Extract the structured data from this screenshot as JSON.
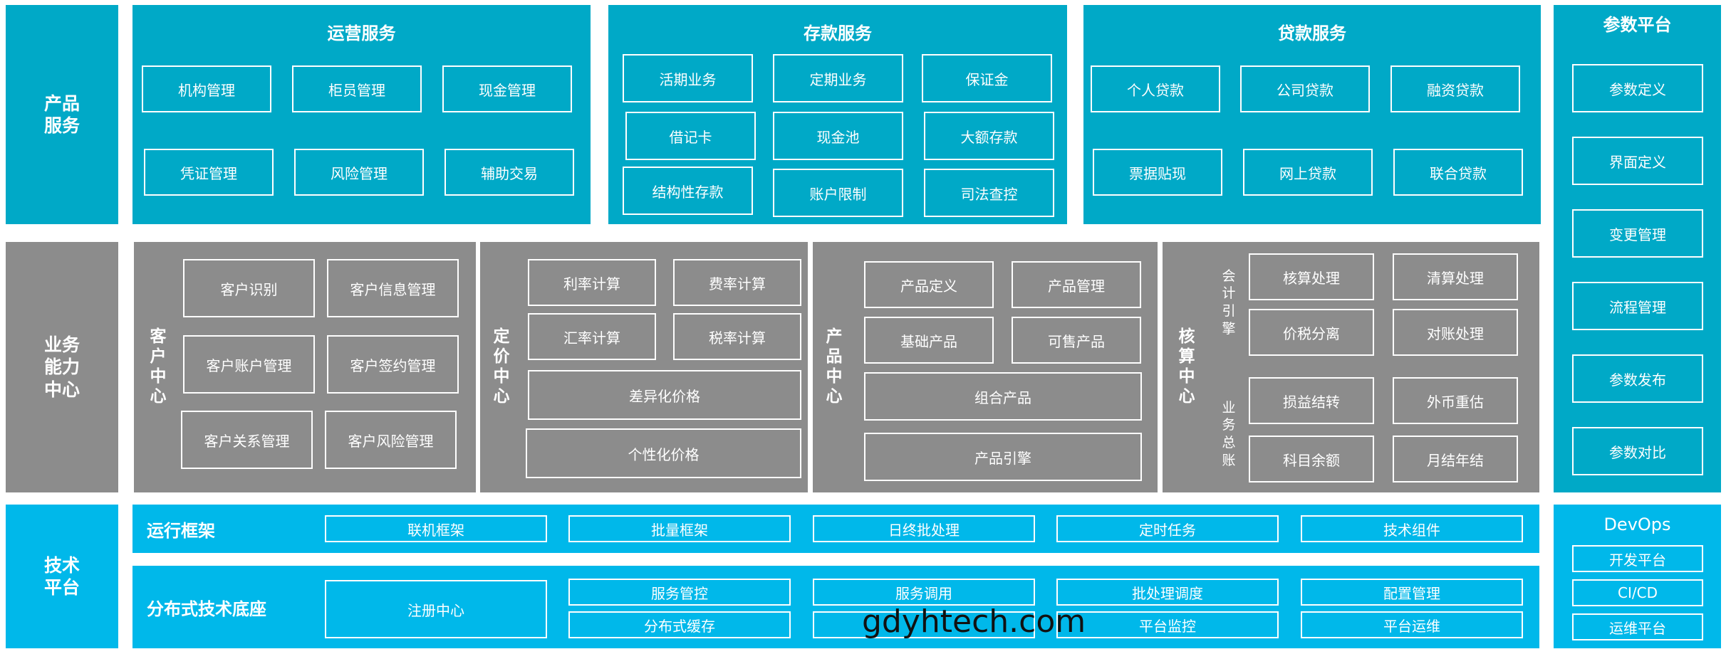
{
  "rows": {
    "product": "产品\n服务",
    "business": "业务\n能力\n中心",
    "tech": "技术\n平台"
  },
  "product_services": {
    "ops": {
      "title": "运营服务",
      "items": [
        "机构管理",
        "柜员管理",
        "现金管理",
        "凭证管理",
        "风险管理",
        "辅助交易"
      ]
    },
    "deposit": {
      "title": "存款服务",
      "items": [
        "活期业务",
        "定期业务",
        "保证金",
        "借记卡",
        "现金池",
        "大额存款",
        "结构性存款",
        "账户限制",
        "司法查控"
      ]
    },
    "loan": {
      "title": "贷款服务",
      "items": [
        "个人贷款",
        "公司贷款",
        "融资贷款",
        "票据贴现",
        "网上贷款",
        "联合贷款"
      ]
    }
  },
  "param_platform": {
    "title": "参数平台",
    "items": [
      "参数定义",
      "界面定义",
      "变更管理",
      "流程管理",
      "参数发布",
      "参数对比"
    ]
  },
  "centers": {
    "customer": {
      "title": "客\n户\n中\n心",
      "items": [
        "客户识别",
        "客户信息管理",
        "客户账户管理",
        "客户签约管理",
        "客户关系管理",
        "客户风险管理"
      ]
    },
    "pricing": {
      "title": "定\n价\n中\n心",
      "items": [
        "利率计算",
        "费率计算",
        "汇率计算",
        "税率计算",
        "差异化价格",
        "个性化价格"
      ]
    },
    "product": {
      "title": "产\n品\n中\n心",
      "items": [
        "产品定义",
        "产品管理",
        "基础产品",
        "可售产品",
        "组合产品",
        "产品引擎"
      ]
    },
    "accounting": {
      "title": "核\n算\n中\n心",
      "sub1": "会\n计\n引\n擎",
      "sub2": "业\n务\n总\n账",
      "items": [
        "核算处理",
        "清算处理",
        "价税分离",
        "对账处理",
        "损益结转",
        "外币重估",
        "科目余额",
        "月结年结"
      ]
    }
  },
  "tech": {
    "runtime": {
      "title": "运行框架",
      "items": [
        "联机框架",
        "批量框架",
        "日终批处理",
        "定时任务",
        "技术组件"
      ]
    },
    "distributed": {
      "title": "分布式技术底座",
      "registry": "注册中心",
      "items": [
        "服务管控",
        "服务调用",
        "批处理调度",
        "配置管理",
        "分布式缓存",
        "平台监控",
        "平台运维"
      ]
    }
  },
  "devops": {
    "title": "DevOps",
    "items": [
      "开发平台",
      "CI/CD",
      "运维平台"
    ]
  },
  "watermark": "gdyhtech.com",
  "colors": {
    "teal": "#00a9c7",
    "gray": "#8c8c8c",
    "blue": "#00b8ea"
  }
}
